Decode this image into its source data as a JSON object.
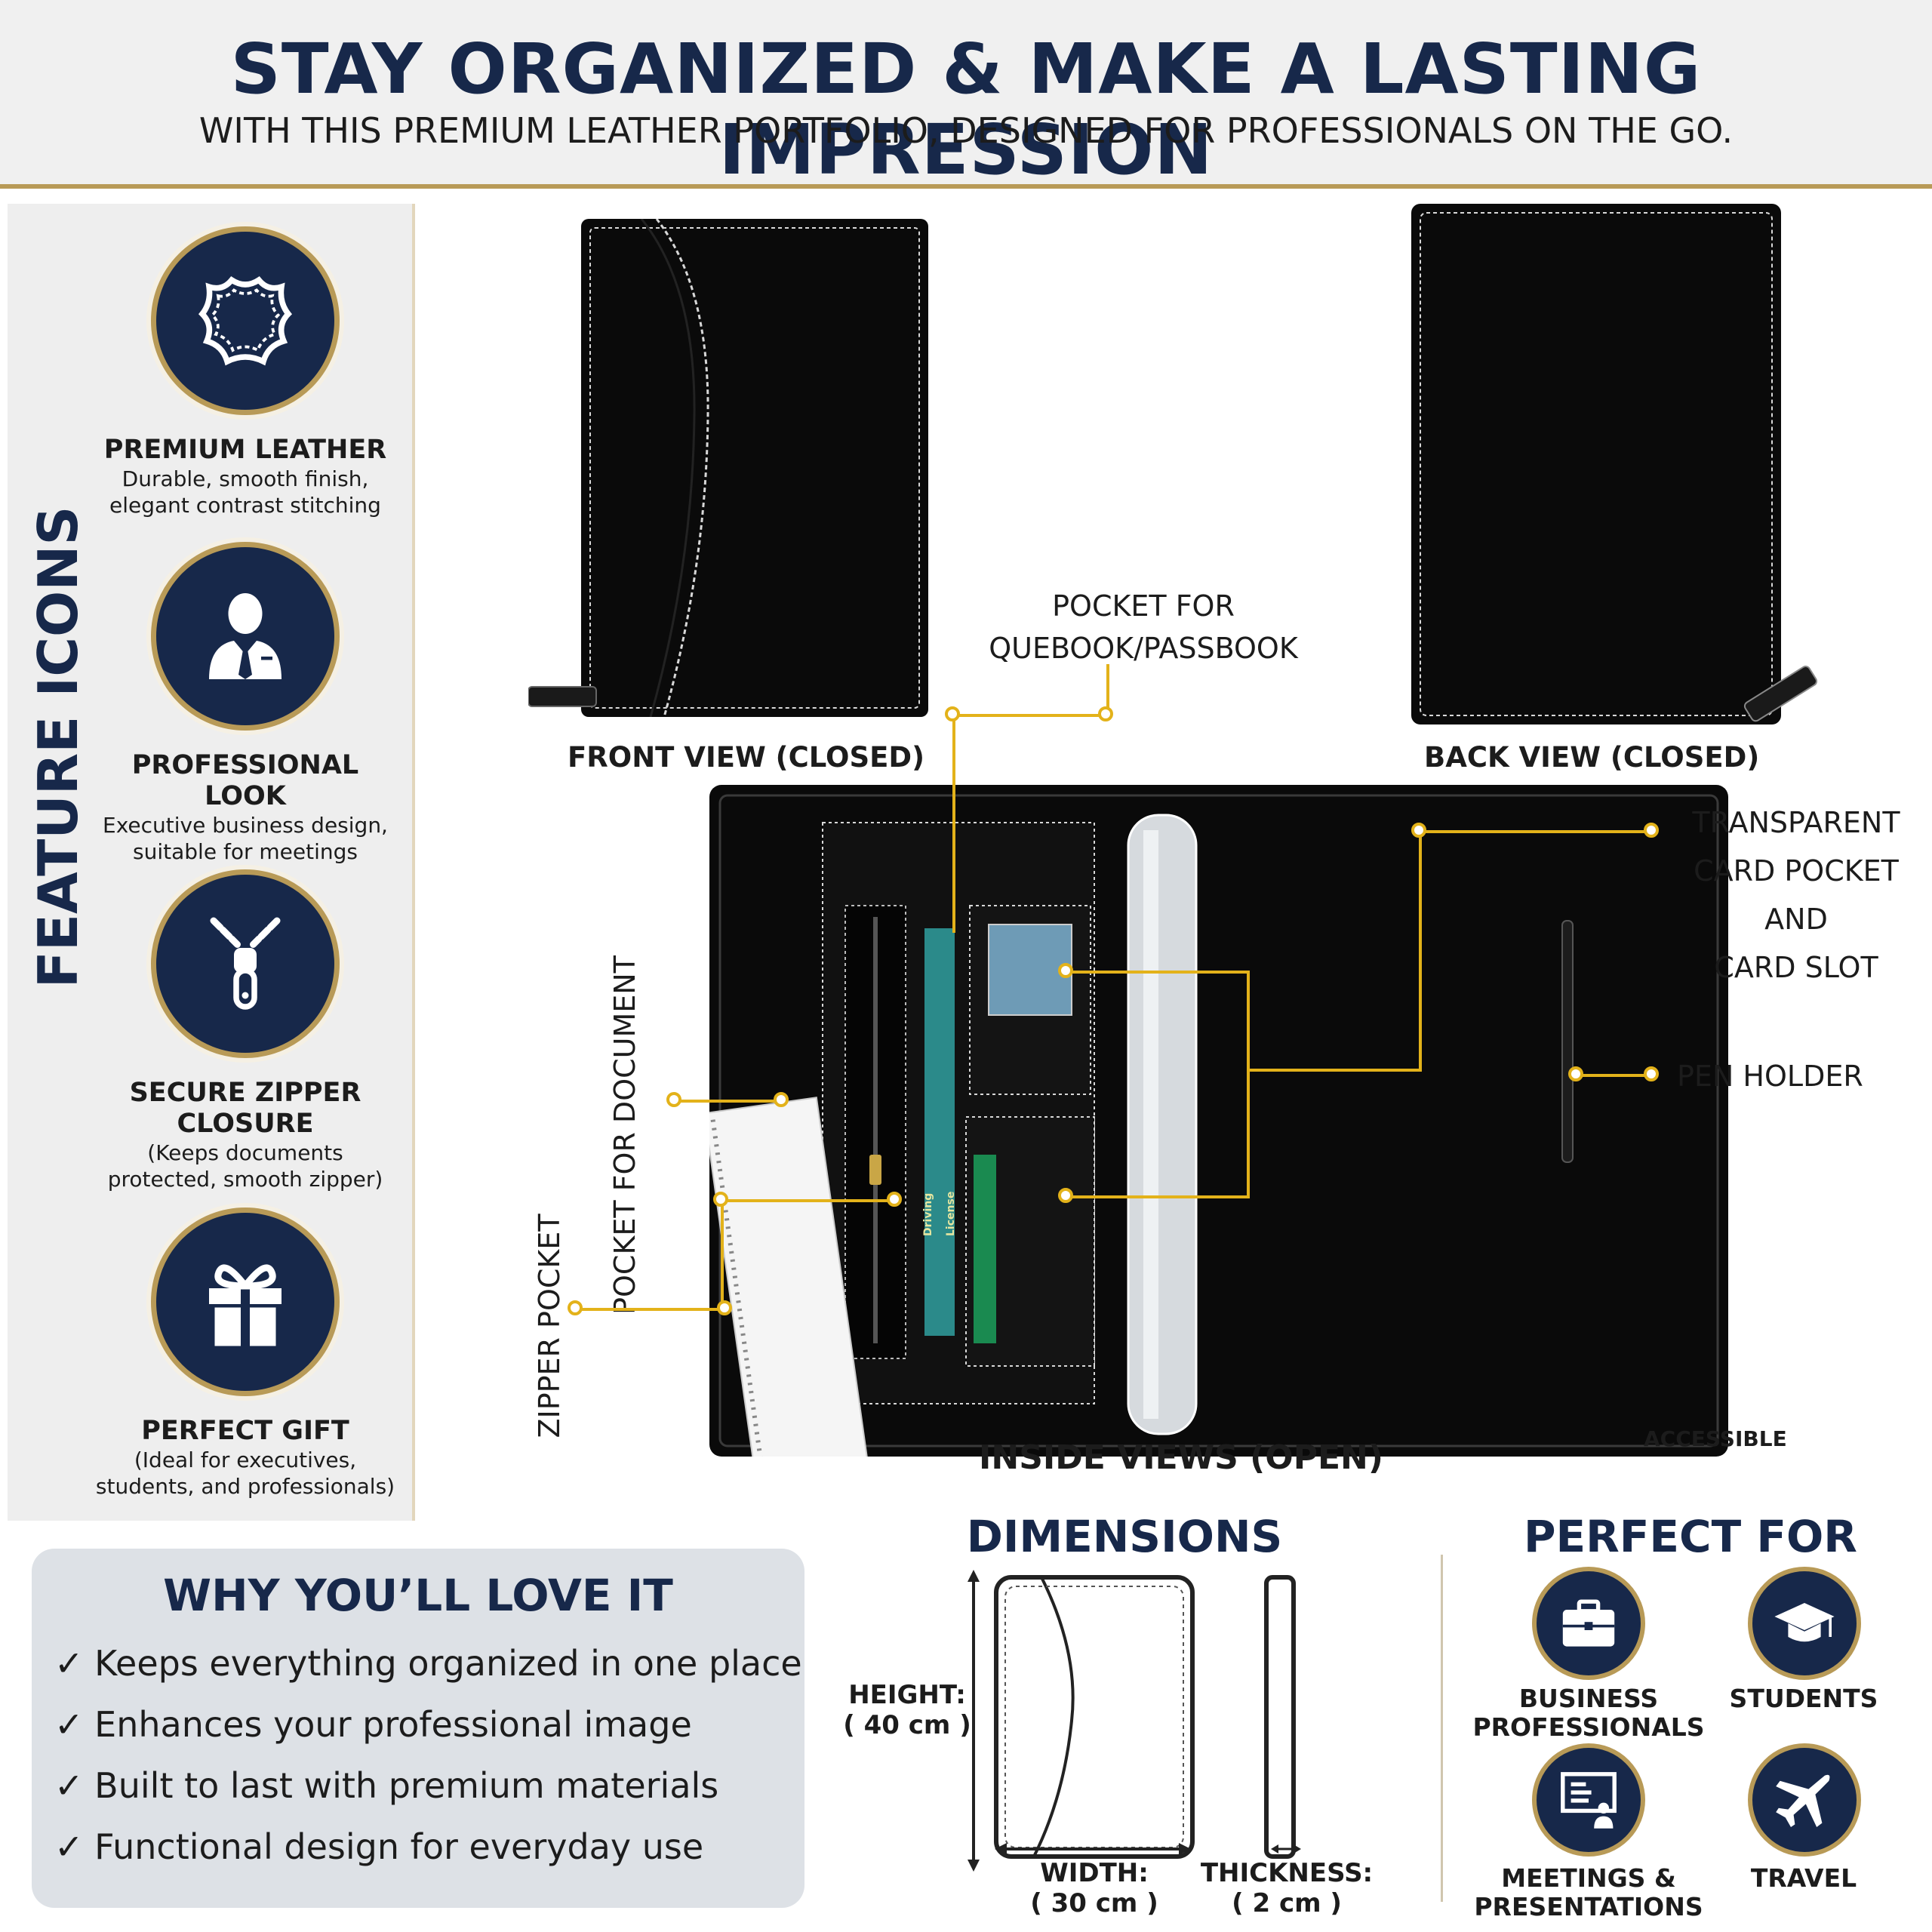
{
  "header": {
    "title": "STAY ORGANIZED & MAKE A LASTING IMPRESSION",
    "subtitle": "WITH THIS PREMIUM LEATHER PORTFOLIO, DESIGNED FOR PROFESSIONALS ON THE GO."
  },
  "sidebar": {
    "title": "FEATURE ICONS",
    "features": [
      {
        "icon": "leather-hide-icon",
        "title": "PREMIUM LEATHER",
        "desc_lines": [
          "Durable, smooth finish,",
          "elegant contrast stitching"
        ]
      },
      {
        "icon": "businessman-icon",
        "title_lines": [
          "PROFESSIONAL",
          "LOOK"
        ],
        "desc_lines": [
          "Executive business design,",
          "suitable for meetings"
        ]
      },
      {
        "icon": "zipper-icon",
        "title_lines": [
          "SECURE ZIPPER",
          "CLOSURE"
        ],
        "desc_lines": [
          "(Keeps documents",
          "protected, smooth zipper)"
        ]
      },
      {
        "icon": "gift-icon",
        "title": "PERFECT GIFT",
        "desc_lines": [
          "(Ideal for executives,",
          "students, and professionals)"
        ]
      }
    ]
  },
  "views": {
    "front": "FRONT VIEW (CLOSED)",
    "back": "BACK VIEW (CLOSED)",
    "inside": "INSIDE VIEWS (OPEN)",
    "accessible": "ACCESSIBLE"
  },
  "callouts": {
    "quebook": [
      "POCKET FOR",
      "QUEBOOK/PASSBOOK"
    ],
    "transparent": [
      "TRANSPARENT",
      "CARD POCKET",
      "AND",
      "CARD SLOT"
    ],
    "pen": "PEN HOLDER",
    "document": "POCKET FOR DOCUMENT",
    "zipper": "ZIPPER POCKET",
    "license": "Driving License"
  },
  "why": {
    "title": "WHY YOU’LL LOVE IT",
    "check": "✓",
    "items": [
      "Keeps everything organized in one place",
      "Enhances your professional image",
      "Built to last with premium materials",
      "Functional design for everyday use"
    ]
  },
  "dimensions": {
    "title": "DIMENSIONS",
    "height": [
      "HEIGHT:",
      "( 40 cm )"
    ],
    "width": [
      "WIDTH:",
      "( 30 cm )"
    ],
    "thickness": [
      "THICKNESS:",
      "( 2 cm )"
    ]
  },
  "perfect_for": {
    "title": "PERFECT FOR",
    "items": [
      {
        "icon": "briefcase-icon",
        "label_lines": [
          "BUSINESS",
          "PROFESSIONALS"
        ]
      },
      {
        "icon": "graduation-cap-icon",
        "label_lines": [
          "STUDENTS"
        ]
      },
      {
        "icon": "presentation-board-icon",
        "label_lines": [
          "MEETINGS &",
          "PRESENTATIONS"
        ]
      },
      {
        "icon": "airplane-icon",
        "label_lines": [
          "TRAVEL"
        ]
      }
    ]
  },
  "colors": {
    "navy": "#17284a",
    "gold": "#b89a57",
    "callout_yellow": "#e3b21a",
    "leather": "#0a0a0a"
  }
}
